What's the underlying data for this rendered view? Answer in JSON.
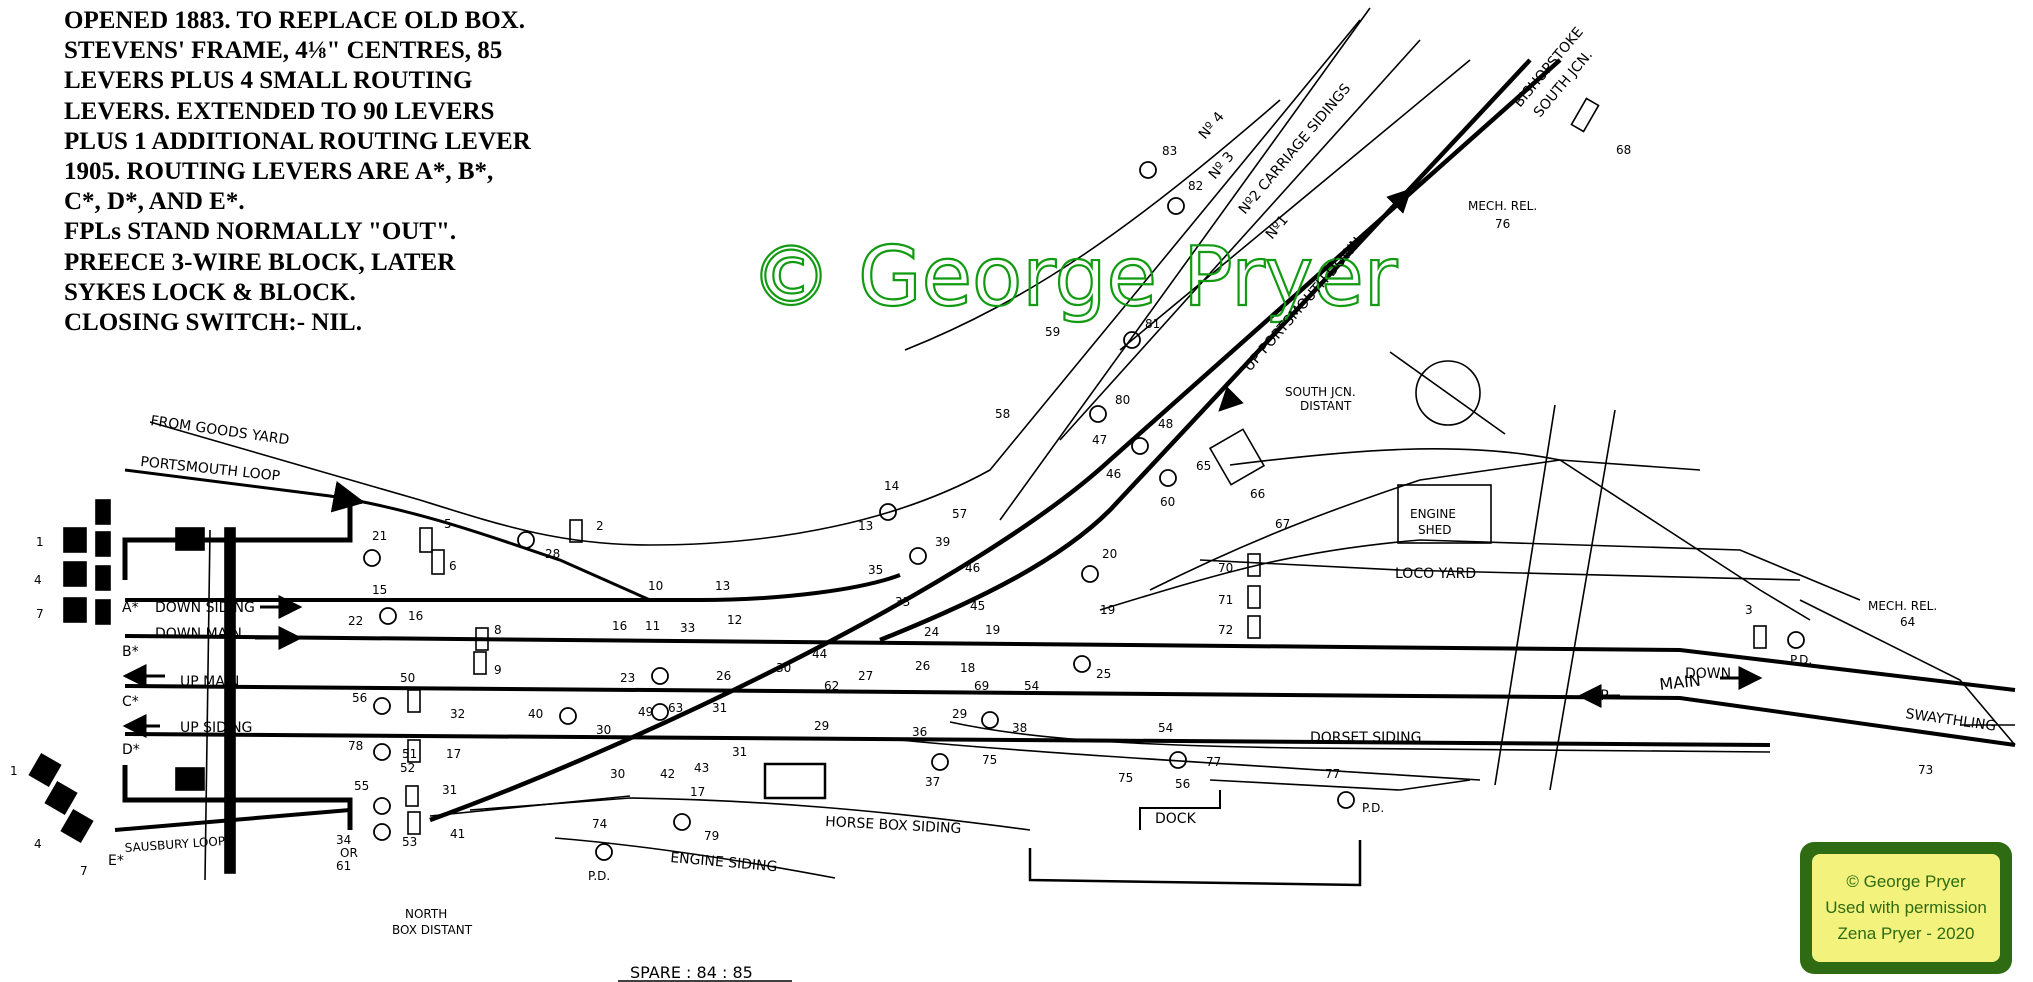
{
  "notes": [
    "OPENED 1883. TO REPLACE OLD BOX.",
    "STEVENS' FRAME, 4⅛\" CENTRES, 85",
    "LEVERS PLUS 4 SMALL ROUTING",
    "LEVERS.  EXTENDED TO 90 LEVERS",
    "PLUS 1 ADDITIONAL ROUTING LEVER",
    "1905. ROUTING LEVERS ARE A*, B*,",
    "C*, D*, AND E*.",
    "FPLs STAND NORMALLY \"OUT\".",
    "PREECE 3-WIRE BLOCK, LATER",
    "SYKES LOCK & BLOCK.",
    "CLOSING SWITCH:- NIL."
  ],
  "watermark": "© George Pryer",
  "badge": {
    "line1": "© George Pryer",
    "line2": "Used with permission",
    "line3": "Zena Pryer - 2020",
    "frame_color": "#2f6b12",
    "fill_color": "#f2f27c"
  },
  "track_labels": {
    "from_goods_yard": "FROM GOODS YARD",
    "portsmouth_loop": "PORTSMOUTH LOOP",
    "down_siding": "DOWN    SIDING",
    "down_main": "DOWN    MAIN",
    "up_main": "UP   MAIN",
    "up_siding": "UP   SIDING",
    "salisbury_loop": "SAUSBURY    LOOP",
    "up_portsmouth_down": "UP  PORTSMOUTH  DOWN",
    "bishopstoke_1": "BISHOPSTOKE",
    "bishopstoke_2": "SOUTH JCN.",
    "carriage_sidings": "Nº2 CARRIAGE SIDINGS",
    "no4": "Nº 4",
    "no3": "Nº 3",
    "no1": "Nº1",
    "mech_rel_76_1": "MECH. REL.",
    "mech_rel_76_2": "76",
    "south_jcn_1": "SOUTH JCN.",
    "south_jcn_2": "DISTANT",
    "engine_shed_1": "ENGINE",
    "engine_shed_2": "SHED",
    "loco_yard": "LOCO YARD",
    "mech_rel_64_1": "MECH. REL.",
    "mech_rel_64_2": "64",
    "up": "UP",
    "main": "MAIN",
    "down": "DOWN",
    "swaythling": "SWAYTHLING",
    "dorset_siding": "DORSET  SIDING",
    "dock": "DOCK",
    "horse_box_siding": "HORSE BOX SIDING",
    "engine_siding": "ENGINE SIDING",
    "north_box_1": "NORTH",
    "north_box_2": "BOX DISTANT",
    "spare": "SPARE : 84 : 85"
  },
  "route_letters": [
    "A*",
    "B*",
    "C*",
    "D*",
    "E*"
  ],
  "numbers": {
    "n1a": "1",
    "n4a": "4",
    "n7a": "7",
    "n1b": "1",
    "n4b": "4",
    "n7b": "7",
    "n2": "2",
    "n5": "5",
    "n6": "6",
    "n28": "28",
    "n21": "21",
    "n15": "15",
    "n16": "16",
    "n22": "22",
    "n8": "8",
    "n9": "9",
    "n10": "10",
    "n13a": "13",
    "n12": "12",
    "n16b": "16",
    "n11": "11",
    "n33a": "33",
    "n23": "23",
    "n26a": "26",
    "n30a": "30",
    "n44": "44",
    "n62": "62",
    "n27": "27",
    "n35": "35",
    "n33b": "33",
    "n46a": "46",
    "n45": "45",
    "n39": "39",
    "n13b": "13",
    "n14": "14",
    "n57": "57",
    "n58": "58",
    "n59": "59",
    "n80": "80",
    "n81": "81",
    "n82": "82",
    "n83": "83",
    "n47": "47",
    "n48": "48",
    "n46b": "46",
    "n60": "60",
    "n65": "65",
    "n66": "66",
    "n67": "67",
    "n20": "20",
    "n19a": "19",
    "n24": "24",
    "n26b": "26",
    "n18": "18",
    "n19b": "19",
    "n25": "25",
    "n69": "69",
    "n54a": "54",
    "n29a": "29",
    "n38": "38",
    "n29b": "29",
    "n36": "36",
    "n37": "37",
    "n75a": "75",
    "n54b": "54",
    "n77a": "77",
    "n75b": "75",
    "n56a": "56",
    "n77b": "77",
    "n70": "70",
    "n71": "71",
    "n72": "72",
    "n3": "3",
    "n73": "73",
    "n68": "68",
    "n50": "50",
    "n56b": "56",
    "n78": "78",
    "n51": "51",
    "n52": "52",
    "n55": "55",
    "n34": "34",
    "n_or": "OR",
    "n61": "61",
    "n53": "53",
    "n32": "32",
    "n17a": "17",
    "n31a": "31",
    "n41": "41",
    "n40": "40",
    "n49": "49",
    "n30b": "30",
    "n63": "63",
    "n31b": "31",
    "n30c": "30",
    "n42": "42",
    "n43": "43",
    "n31c": "31",
    "n17b": "17",
    "n74": "74",
    "n79": "79",
    "pd1": "P.D.",
    "pd2": "P.D.",
    "pd3": "P.D."
  }
}
